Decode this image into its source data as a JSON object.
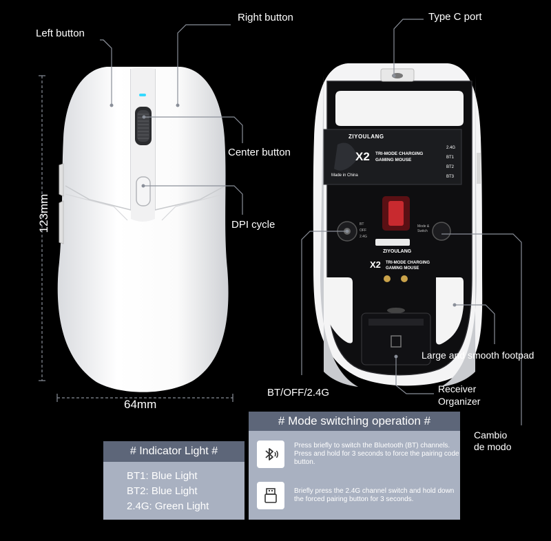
{
  "labels": {
    "left_button": "Left button",
    "right_button": "Right button",
    "type_c_port": "Type C port",
    "center_button": "Center button",
    "dpi_cycle": "DPI cycle",
    "bt_off_24g": "BT/OFF/2.4G",
    "large_footpad": "Large and smooth footpad",
    "receiver_organizer_1": "Receiver",
    "receiver_organizer_2": "Organizer",
    "cambio_1": "Cambio",
    "cambio_2": "de modo"
  },
  "dimensions": {
    "height": "123mm",
    "width": "64mm"
  },
  "bottom_sticker": {
    "brand": "ZIYOULANG",
    "model": "X2",
    "desc_line1": "TRI-MODE CHARGING",
    "desc_line2": "GAMING MOUSE",
    "made_in": "Made in China",
    "led_labels": [
      "2.4G",
      "BT1",
      "BT2",
      "BT3"
    ]
  },
  "bottom_plate": {
    "brand": "ZIYOULANG",
    "model": "X2",
    "desc_line1": "TRI-MODE CHARGING",
    "desc_line2": "GAMING MOUSE",
    "switch_labels": [
      "BT",
      "OFF",
      "2.4G"
    ],
    "mode_label_1": "Mode &",
    "mode_label_2": "Switch"
  },
  "indicator_panel": {
    "title": "# Indicator Light #",
    "items": [
      "BT1: Blue Light",
      "BT2: Blue Light",
      "2.4G: Green Light"
    ]
  },
  "mode_panel": {
    "title": "# Mode switching operation #",
    "bt_text": "Press briefly to switch the Bluetooth (BT) channels. Press and hold for 3 seconds to force the pairing code button.",
    "usb_text": "Briefly press the 2.4G channel switch and hold down the forced pairing button for 3 seconds."
  },
  "icons": {
    "bt": "bluetooth-icon",
    "usb": "usb-receiver-icon"
  },
  "colors": {
    "background": "#000000",
    "panel": "#a9b1c1",
    "panel_header": "#5d6679",
    "led": "#35d9ff",
    "guide_line": "#8a8f99"
  }
}
